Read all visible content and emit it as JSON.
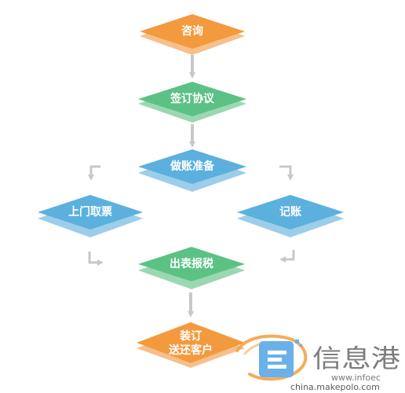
{
  "diagram": {
    "nodes": {
      "consult": {
        "label": "咨询",
        "color": "orange"
      },
      "sign": {
        "label": "签订协议",
        "color": "green"
      },
      "prep": {
        "label": "做账准备",
        "color": "blue"
      },
      "pickup": {
        "label": "上门取票",
        "color": "blue"
      },
      "bookkeeping": {
        "label": "记账",
        "color": "blue"
      },
      "report": {
        "label": "出表报税",
        "color": "green"
      },
      "bind": {
        "label_line1": "装订",
        "label_line2": "送还客户",
        "color": "orange"
      }
    },
    "edges": [
      {
        "from": "consult",
        "to": "sign"
      },
      {
        "from": "sign",
        "to": "prep"
      },
      {
        "from": "prep",
        "to": "pickup"
      },
      {
        "from": "prep",
        "to": "bookkeeping"
      },
      {
        "from": "pickup",
        "to": "report"
      },
      {
        "from": "bookkeeping",
        "to": "report"
      },
      {
        "from": "report",
        "to": "bind"
      }
    ],
    "colors": {
      "orange": "#f39a3f",
      "green": "#5cc185",
      "blue": "#5bb0dd",
      "arrow": "#c8c8c8"
    }
  },
  "watermark": {
    "brand": "信息港",
    "url": "china.makepolo.com",
    "url_partial": "www.infoec"
  }
}
